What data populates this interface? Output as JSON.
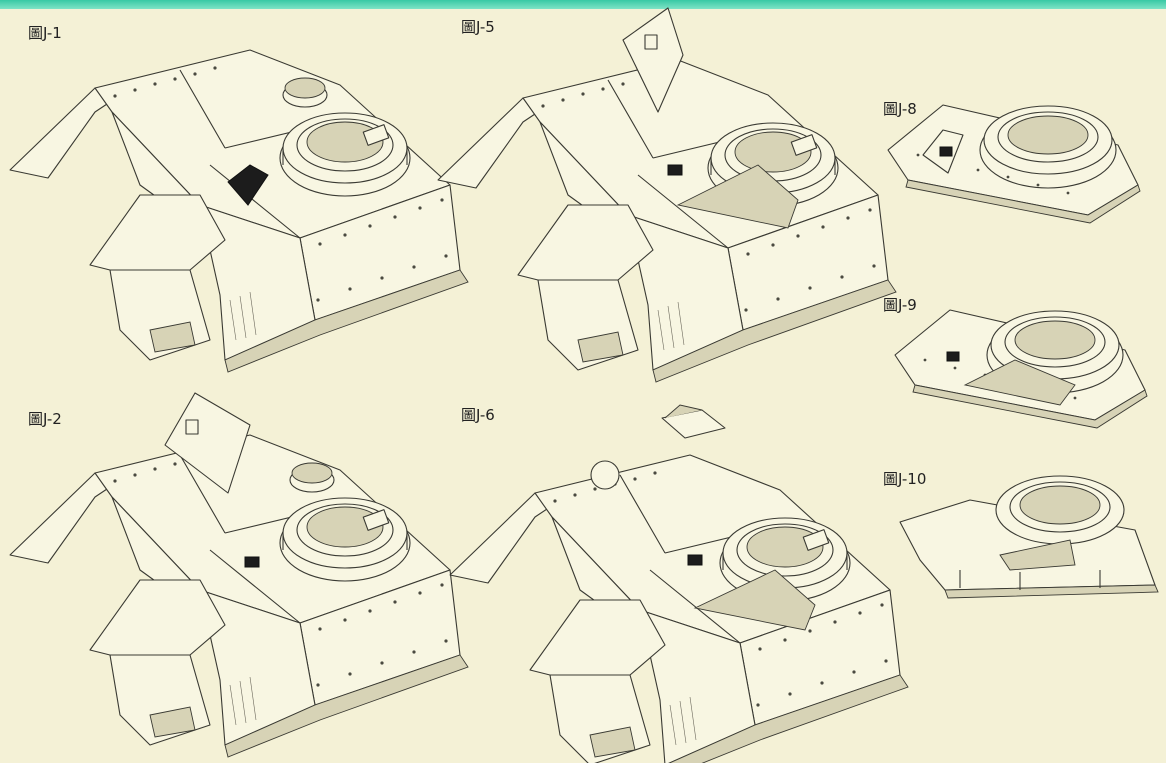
{
  "figures": [
    {
      "id": "J-1",
      "label": "圖J-1",
      "variant": "hull-hatch-open-roof-block"
    },
    {
      "id": "J-5",
      "label": "圖J-5",
      "variant": "hull-raised-plate-turret-skirt"
    },
    {
      "id": "J-8",
      "label": "圖J-8",
      "variant": "plate-turret-ring"
    },
    {
      "id": "J-9",
      "label": "圖J-9",
      "variant": "plate-turret-ring-skirt"
    },
    {
      "id": "J-2",
      "label": "圖J-2",
      "variant": "hull-raised-plate"
    },
    {
      "id": "J-6",
      "label": "圖J-6",
      "variant": "hull-periscope-turret-skirt"
    },
    {
      "id": "J-10",
      "label": "圖J-10",
      "variant": "plate-turret-ring-supports"
    }
  ],
  "colors": {
    "background": "#f4f1d6",
    "top_bar": "#38c9a4",
    "ink": "#3a3a33"
  }
}
